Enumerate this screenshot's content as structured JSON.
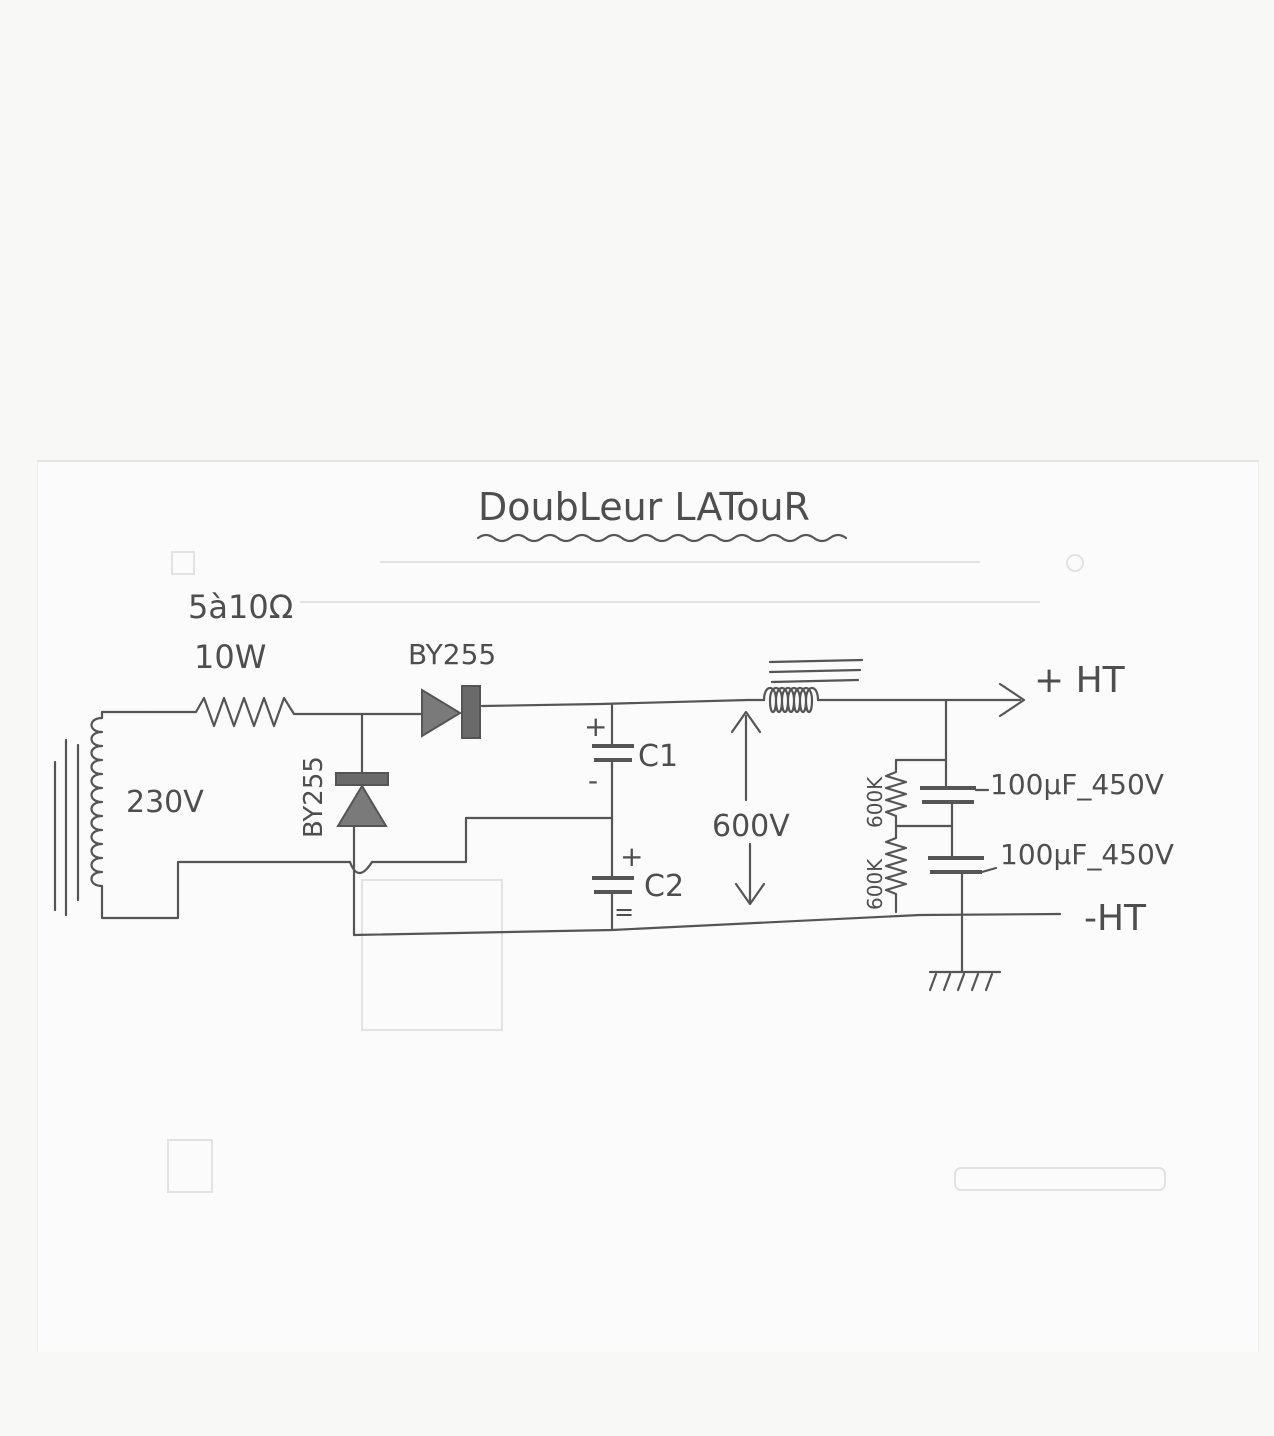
{
  "title": "DoubLeur LATouR",
  "labels": {
    "resistor_value": "5à10Ω",
    "resistor_power": "10W",
    "diode_series": "BY255",
    "diode_shunt": "BY255",
    "transformer_voltage": "230V",
    "cap_top": "C1",
    "cap_bottom": "C2",
    "plus_sign_c1": "+",
    "minus_sign_c1": "-",
    "plus_sign_c2": "+",
    "minus_sign_c2": "=",
    "voltage_span": "600V",
    "bleeder_top": "600K",
    "bleeder_bottom": "600K",
    "filter_cap_top": "100µF_450V",
    "filter_cap_bottom": "100µF_450V",
    "output_plus": "+ HT",
    "output_minus": "-HT"
  },
  "colors": {
    "ink": "#555555",
    "paper": "#fbfbfb"
  }
}
